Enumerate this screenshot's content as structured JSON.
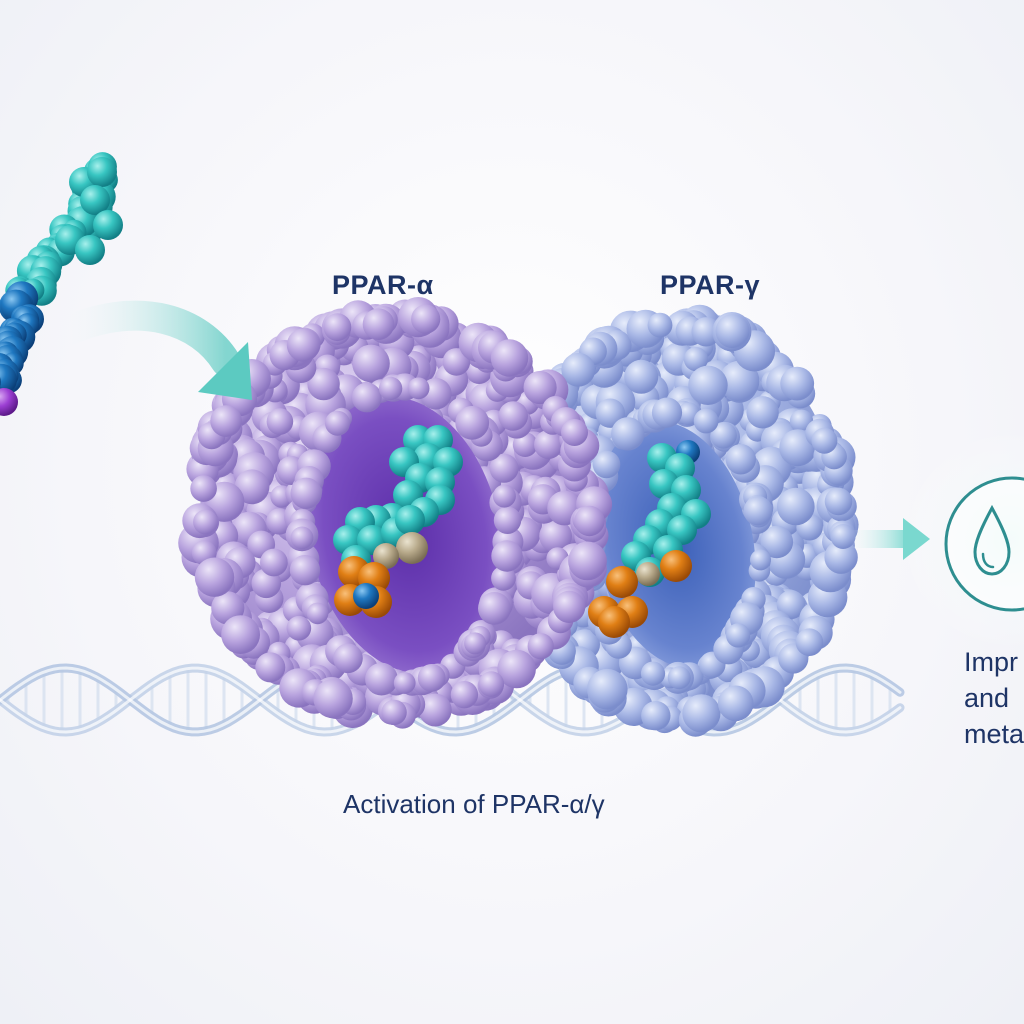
{
  "labels": {
    "receptor_alpha": "PPAR-α",
    "receptor_gamma": "PPAR-γ",
    "caption": "Activation of PPAR-α/γ"
  },
  "outcome": {
    "lines": [
      "Impr",
      "and ",
      "meta"
    ]
  },
  "icons": {
    "drop": "water-drop-icon"
  },
  "colors": {
    "text": "#1e3466",
    "alpha_protein": "#b6a2dd",
    "gamma_protein": "#a9b8e6",
    "ligand_teal": "#38c6c2",
    "ligand_blue": "#1f78c1",
    "ligand_orange": "#e07f15",
    "arrow": "#6fd1c9",
    "dna": "#c9d6ea"
  }
}
